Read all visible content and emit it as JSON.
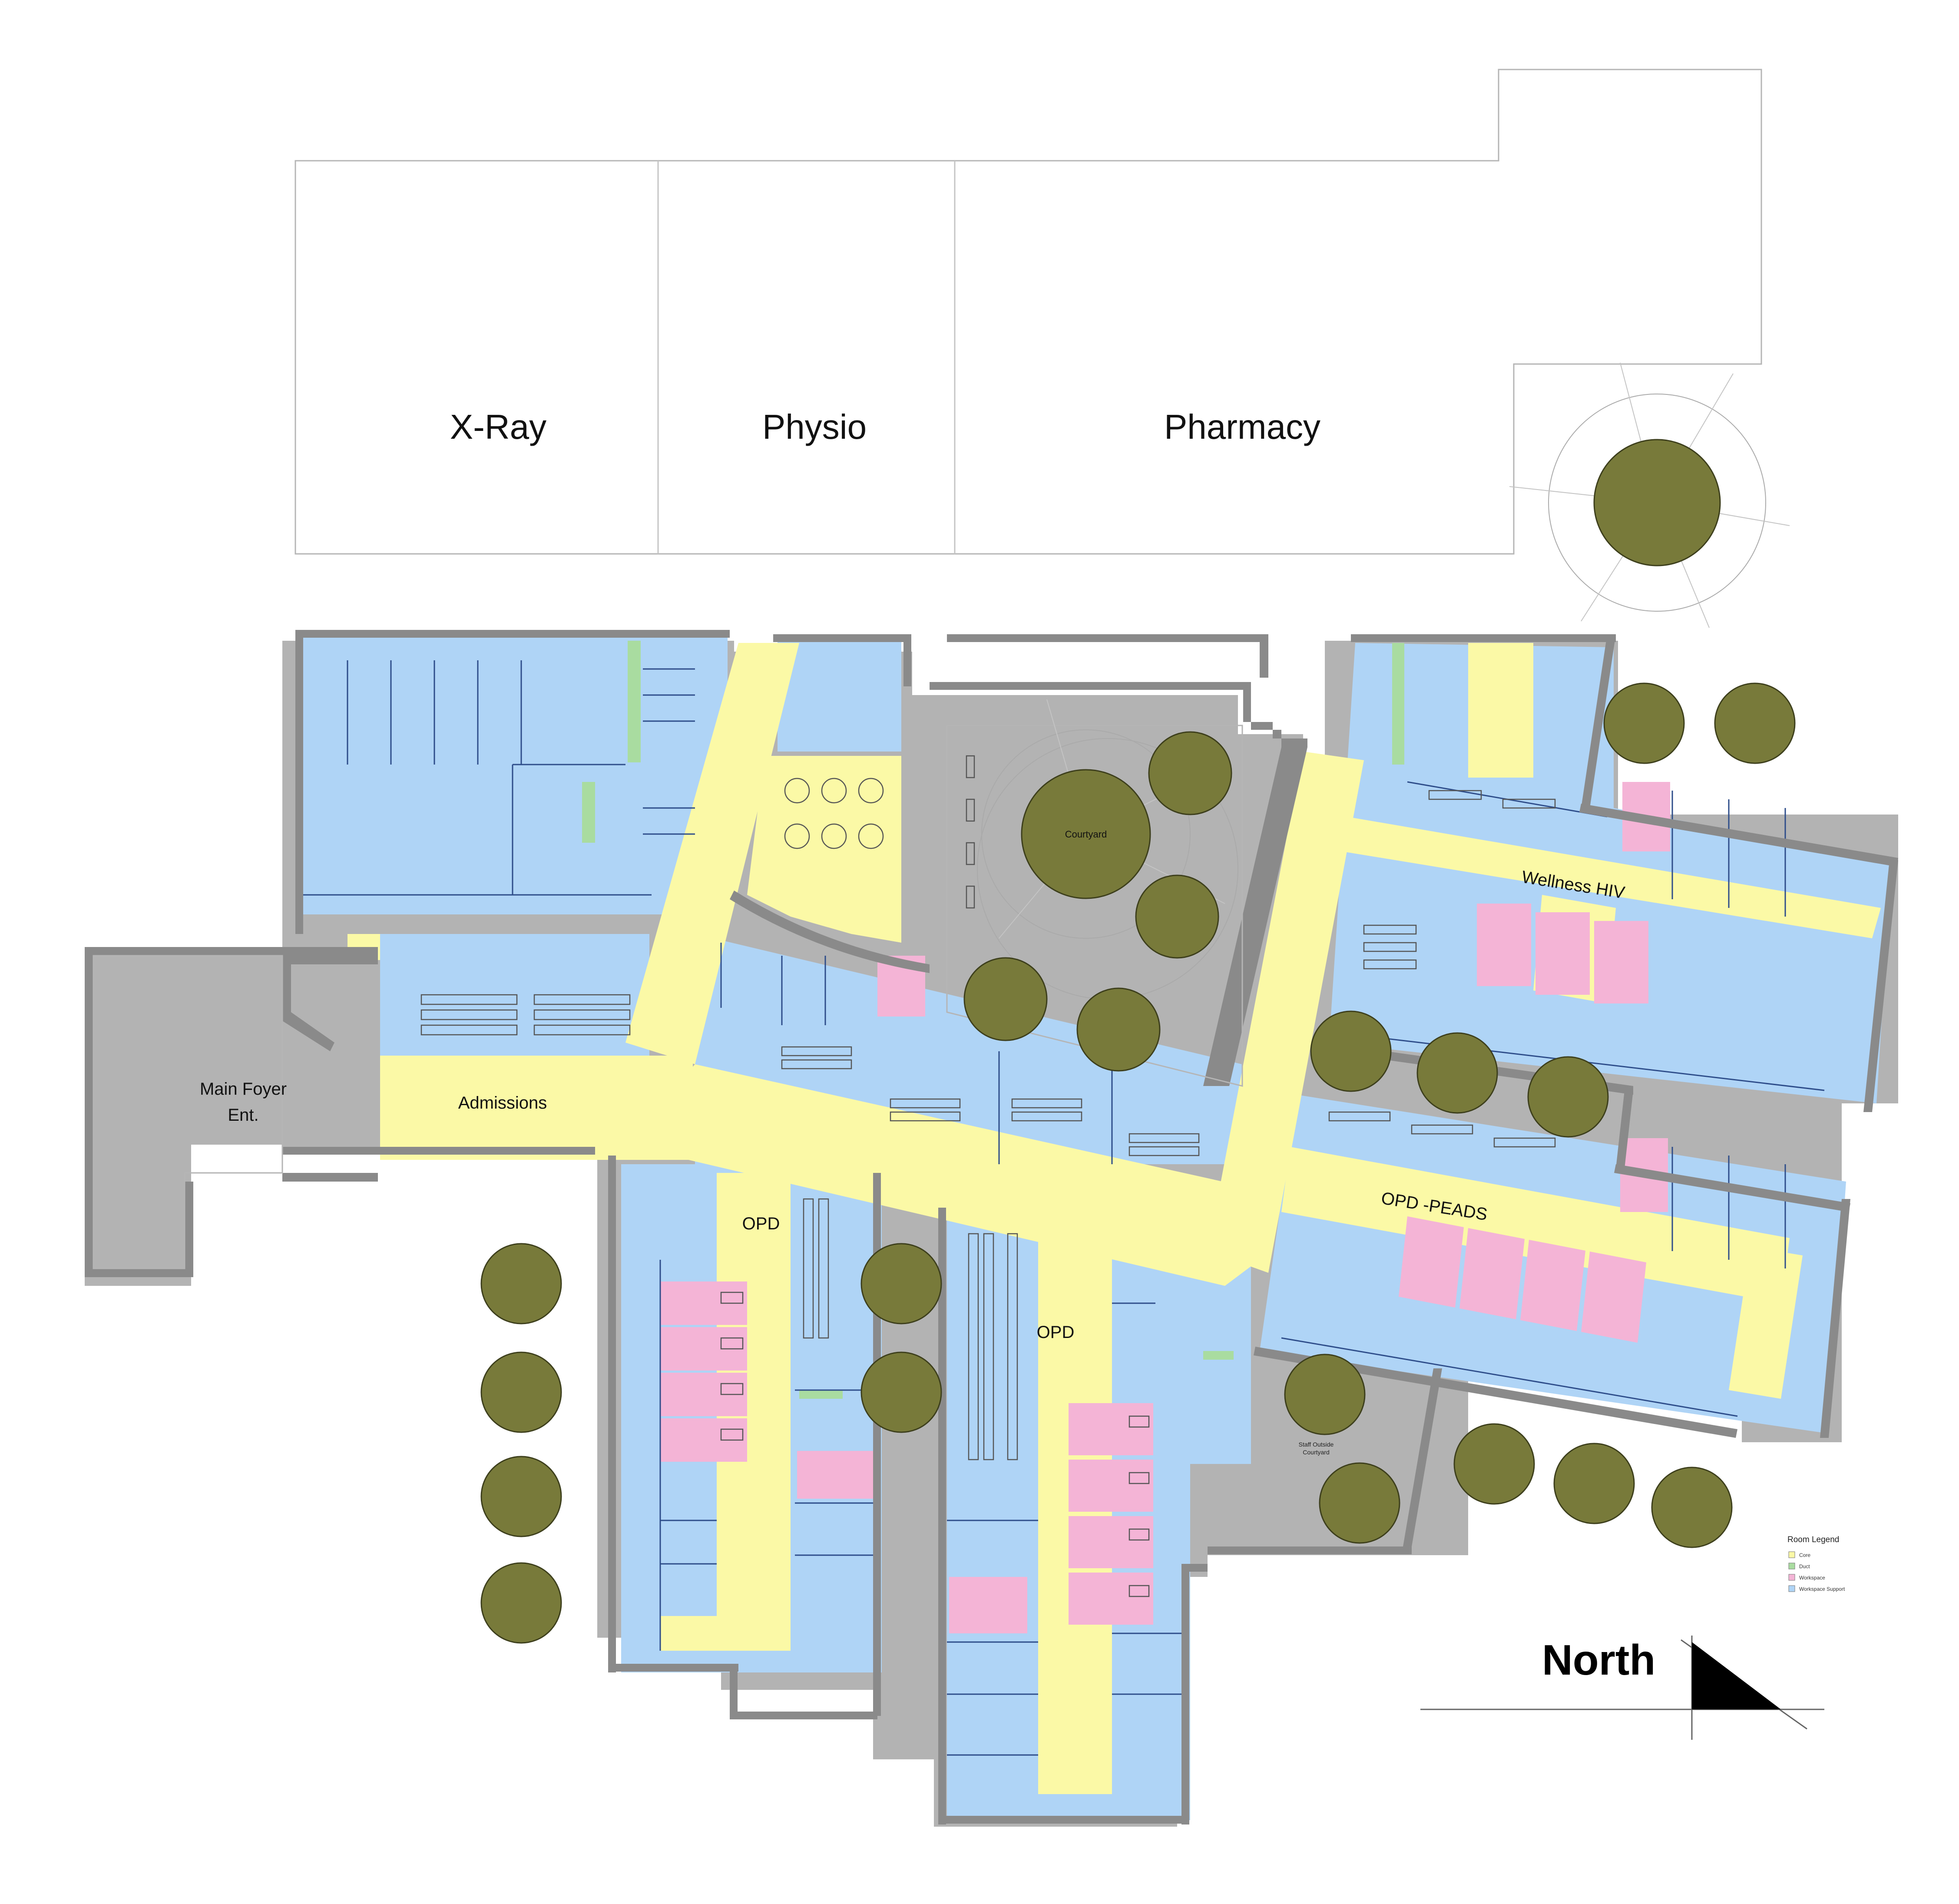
{
  "colors": {
    "core": "#fbf9a6",
    "duct": "#a9dca0",
    "workspace": "#f4b4d6",
    "workspace_support": "#afd4f6",
    "tree": "#787a3a",
    "tree_edge": "#3d3f1c",
    "wall": "#8a8a8a",
    "wall_shadow": "#b3b3b3",
    "room_partition": "#2e4d8a"
  },
  "future_wing": {
    "xray": "X-Ray",
    "physio": "Physio",
    "pharmacy": "Pharmacy"
  },
  "zones": {
    "main_foyer_line1": "Main Foyer",
    "main_foyer_line2": "Ent.",
    "admissions": "Admissions",
    "courtyard": "Courtyard",
    "wellness_hiv": "Wellness  HIV",
    "opd_peads": "OPD -PEADS",
    "opd_west": "OPD",
    "opd_central": "OPD",
    "staff_courtyard_line1": "Staff Outside",
    "staff_courtyard_line2": "Courtyard"
  },
  "legend": {
    "title": "Room Legend",
    "items": [
      {
        "label": "Core",
        "color_key": "core"
      },
      {
        "label": "Duct",
        "color_key": "duct"
      },
      {
        "label": "Workspace",
        "color_key": "workspace"
      },
      {
        "label": "Workspace Support",
        "color_key": "workspace_support"
      }
    ]
  },
  "north": {
    "label": "North"
  }
}
